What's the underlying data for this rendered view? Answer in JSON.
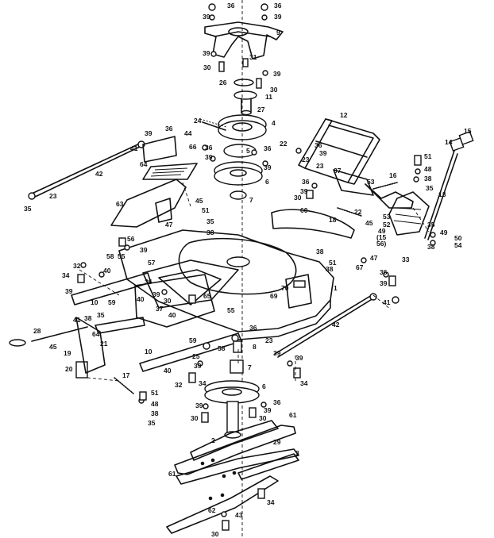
{
  "diagram": {
    "labels": [
      {
        "id": "l01",
        "text": "36"
      },
      {
        "id": "l02",
        "text": "36"
      },
      {
        "id": "l03",
        "text": "39"
      },
      {
        "id": "l04",
        "text": "39"
      },
      {
        "id": "l05",
        "text": "9"
      },
      {
        "id": "l06",
        "text": "31"
      },
      {
        "id": "l07",
        "text": "39"
      },
      {
        "id": "l08",
        "text": "39"
      },
      {
        "id": "l09",
        "text": "30"
      },
      {
        "id": "l10",
        "text": "30"
      },
      {
        "id": "l11",
        "text": "26"
      },
      {
        "id": "l12",
        "text": "11"
      },
      {
        "id": "l13",
        "text": "27"
      },
      {
        "id": "l14",
        "text": "24"
      },
      {
        "id": "l15",
        "text": "4"
      },
      {
        "id": "l16",
        "text": "12"
      },
      {
        "id": "l17",
        "text": "39"
      },
      {
        "id": "l18",
        "text": "36"
      },
      {
        "id": "l19",
        "text": "44"
      },
      {
        "id": "l20",
        "text": "66"
      },
      {
        "id": "l21",
        "text": "41"
      },
      {
        "id": "l22",
        "text": "64"
      },
      {
        "id": "l23",
        "text": "42"
      },
      {
        "id": "l24",
        "text": "23"
      },
      {
        "id": "l25",
        "text": "35"
      },
      {
        "id": "l26",
        "text": "36"
      },
      {
        "id": "l27",
        "text": "39"
      },
      {
        "id": "l28",
        "text": "5"
      },
      {
        "id": "l29",
        "text": "36"
      },
      {
        "id": "l30",
        "text": "39"
      },
      {
        "id": "l31",
        "text": "6"
      },
      {
        "id": "l32",
        "text": "7"
      },
      {
        "id": "l33",
        "text": "22"
      },
      {
        "id": "l34",
        "text": "36"
      },
      {
        "id": "l35",
        "text": "39"
      },
      {
        "id": "l36",
        "text": "23"
      },
      {
        "id": "l37",
        "text": "37"
      },
      {
        "id": "l38",
        "text": "23"
      },
      {
        "id": "l39",
        "text": "36"
      },
      {
        "id": "l40",
        "text": "39"
      },
      {
        "id": "l41",
        "text": "30"
      },
      {
        "id": "l42",
        "text": "53"
      },
      {
        "id": "l43",
        "text": "16"
      },
      {
        "id": "l44",
        "text": "14"
      },
      {
        "id": "l45",
        "text": "15"
      },
      {
        "id": "l46",
        "text": "51"
      },
      {
        "id": "l47",
        "text": "48"
      },
      {
        "id": "l48",
        "text": "38"
      },
      {
        "id": "l49",
        "text": "35"
      },
      {
        "id": "l50",
        "text": "13"
      },
      {
        "id": "l51",
        "text": "63"
      },
      {
        "id": "l52",
        "text": "45"
      },
      {
        "id": "l53",
        "text": "51"
      },
      {
        "id": "l54",
        "text": "47"
      },
      {
        "id": "l55",
        "text": "35"
      },
      {
        "id": "l56",
        "text": "38"
      },
      {
        "id": "l57",
        "text": "60"
      },
      {
        "id": "l58",
        "text": "18"
      },
      {
        "id": "l59",
        "text": "22"
      },
      {
        "id": "l60",
        "text": "52"
      },
      {
        "id": "l61",
        "text": "53"
      },
      {
        "id": "l62",
        "text": "45"
      },
      {
        "id": "l63",
        "text": "49"
      },
      {
        "id": "l64",
        "text": "(15"
      },
      {
        "id": "l65",
        "text": "56)"
      },
      {
        "id": "l66",
        "text": "35"
      },
      {
        "id": "l67",
        "text": "49"
      },
      {
        "id": "l68",
        "text": "50"
      },
      {
        "id": "l69",
        "text": "54"
      },
      {
        "id": "l70",
        "text": "33"
      },
      {
        "id": "l71",
        "text": "38"
      },
      {
        "id": "l72",
        "text": "56"
      },
      {
        "id": "l73",
        "text": "58"
      },
      {
        "id": "l74",
        "text": "55"
      },
      {
        "id": "l75",
        "text": "39"
      },
      {
        "id": "l76",
        "text": "57"
      },
      {
        "id": "l77",
        "text": "32"
      },
      {
        "id": "l78",
        "text": "34"
      },
      {
        "id": "l79",
        "text": "40"
      },
      {
        "id": "l80",
        "text": "39"
      },
      {
        "id": "l81",
        "text": "10"
      },
      {
        "id": "l82",
        "text": "59"
      },
      {
        "id": "l83",
        "text": "36"
      },
      {
        "id": "l84",
        "text": "39"
      },
      {
        "id": "l85",
        "text": "40"
      },
      {
        "id": "l86",
        "text": "30"
      },
      {
        "id": "l87",
        "text": "37"
      },
      {
        "id": "l88",
        "text": "40"
      },
      {
        "id": "l89",
        "text": "65"
      },
      {
        "id": "l90",
        "text": "70"
      },
      {
        "id": "l91",
        "text": "69"
      },
      {
        "id": "l92",
        "text": "1"
      },
      {
        "id": "l93",
        "text": "38"
      },
      {
        "id": "l94",
        "text": "51"
      },
      {
        "id": "l95",
        "text": "38"
      },
      {
        "id": "l96",
        "text": "67"
      },
      {
        "id": "l97",
        "text": "47"
      },
      {
        "id": "l98",
        "text": "36"
      },
      {
        "id": "l99",
        "text": "39"
      },
      {
        "id": "l100",
        "text": "41"
      },
      {
        "id": "l101",
        "text": "28"
      },
      {
        "id": "l102",
        "text": "41"
      },
      {
        "id": "l103",
        "text": "38"
      },
      {
        "id": "l104",
        "text": "35"
      },
      {
        "id": "l105",
        "text": "64"
      },
      {
        "id": "l106",
        "text": "21"
      },
      {
        "id": "l107",
        "text": "45"
      },
      {
        "id": "l108",
        "text": "19"
      },
      {
        "id": "l109",
        "text": "20"
      },
      {
        "id": "l110",
        "text": "17"
      },
      {
        "id": "l111",
        "text": "55"
      },
      {
        "id": "l112",
        "text": "59"
      },
      {
        "id": "l113",
        "text": "58"
      },
      {
        "id": "l114",
        "text": "36"
      },
      {
        "id": "l115",
        "text": "10"
      },
      {
        "id": "l116",
        "text": "40"
      },
      {
        "id": "l117",
        "text": "25"
      },
      {
        "id": "l118",
        "text": "39"
      },
      {
        "id": "l119",
        "text": "32"
      },
      {
        "id": "l120",
        "text": "8"
      },
      {
        "id": "l121",
        "text": "7"
      },
      {
        "id": "l122",
        "text": "23"
      },
      {
        "id": "l123",
        "text": "39"
      },
      {
        "id": "l124",
        "text": "42"
      },
      {
        "id": "l125",
        "text": "39"
      },
      {
        "id": "l126",
        "text": "34"
      },
      {
        "id": "l127",
        "text": "51"
      },
      {
        "id": "l128",
        "text": "48"
      },
      {
        "id": "l129",
        "text": "38"
      },
      {
        "id": "l130",
        "text": "35"
      },
      {
        "id": "l131",
        "text": "34"
      },
      {
        "id": "l132",
        "text": "6"
      },
      {
        "id": "l133",
        "text": "39"
      },
      {
        "id": "l134",
        "text": "30"
      },
      {
        "id": "l135",
        "text": "36"
      },
      {
        "id": "l136",
        "text": "39"
      },
      {
        "id": "l137",
        "text": "30"
      },
      {
        "id": "l138",
        "text": "61"
      },
      {
        "id": "l139",
        "text": "2"
      },
      {
        "id": "l140",
        "text": "29"
      },
      {
        "id": "l141",
        "text": "3"
      },
      {
        "id": "l142",
        "text": "61"
      },
      {
        "id": "l143",
        "text": "34"
      },
      {
        "id": "l144",
        "text": "43"
      },
      {
        "id": "l145",
        "text": "30"
      },
      {
        "id": "l146",
        "text": "62"
      }
    ]
  }
}
